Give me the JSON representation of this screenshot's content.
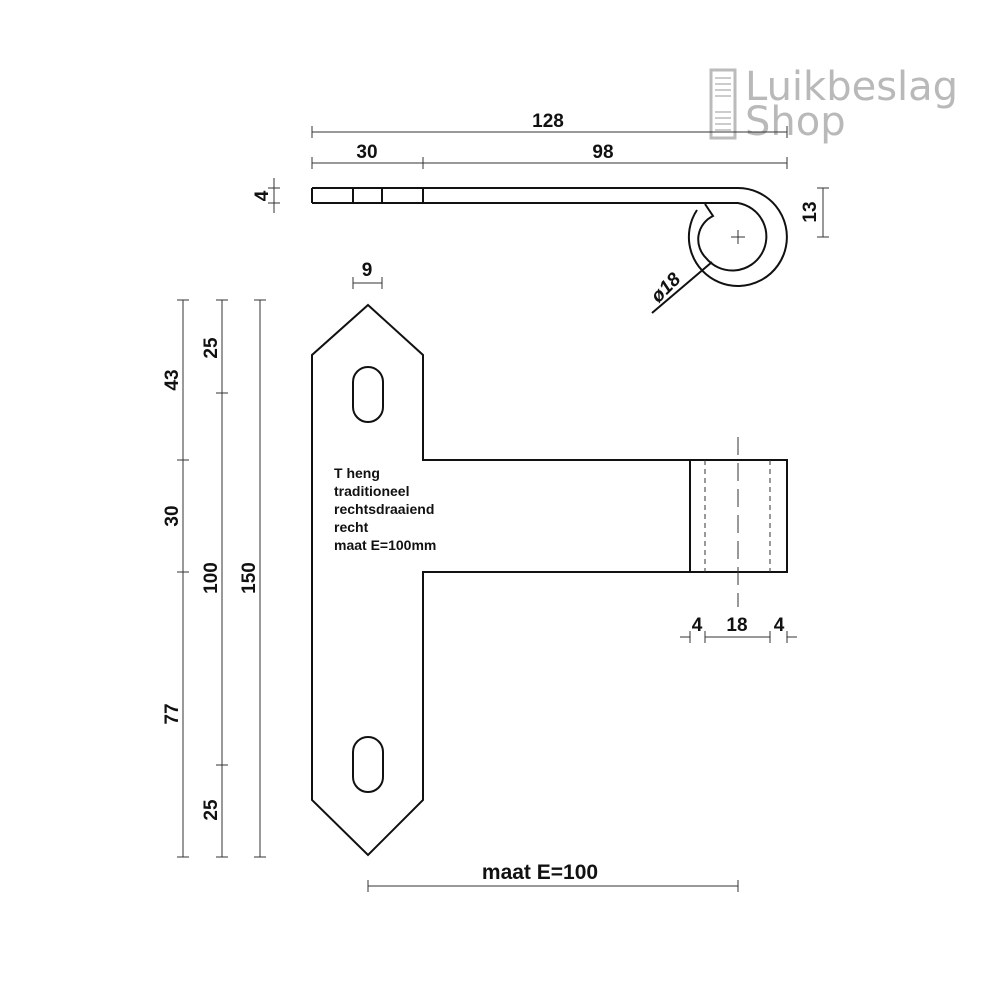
{
  "logo": {
    "line1": "Luikbeslag",
    "line2": "Shop"
  },
  "side_view": {
    "total_length": "128",
    "segment_a": "30",
    "segment_b": "98",
    "thickness": "4",
    "curl_height": "13",
    "pin_diameter": "ø18"
  },
  "front_view": {
    "tip_width": "9",
    "left_dims": {
      "top": "43",
      "middle": "30",
      "bottom": "77"
    },
    "mid_dims": {
      "top": "25",
      "middle": "100",
      "bottom": "25"
    },
    "overall_height": "150",
    "barrel_dims": {
      "left": "4",
      "center": "18",
      "right": "4"
    },
    "note_lines": [
      "T heng",
      "traditioneel",
      "rechtsdraaiend",
      "recht",
      "maat E=100mm"
    ],
    "bottom_dim": "maat E=100"
  }
}
